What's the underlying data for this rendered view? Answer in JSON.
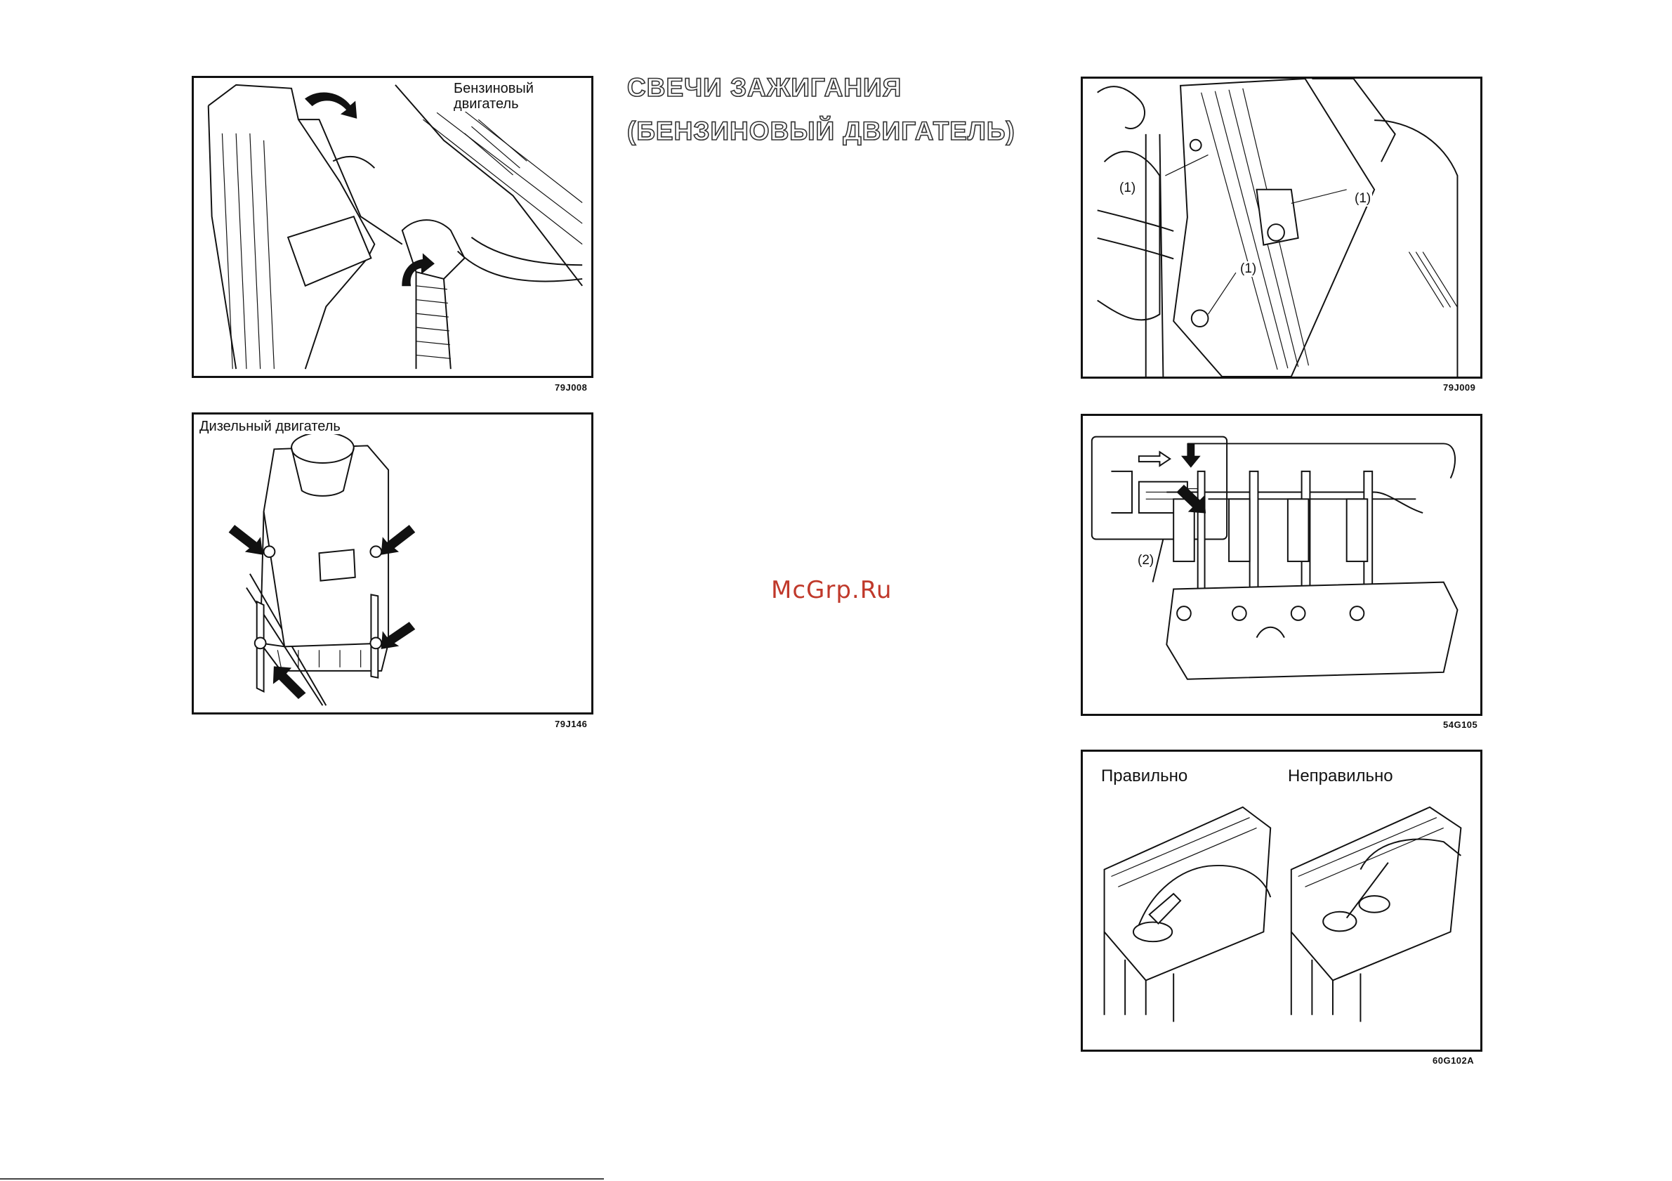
{
  "heading": {
    "line1": "СВЕЧИ ЗАЖИГАНИЯ",
    "line2": "(БЕНЗИНОВЫЙ ДВИГАТЕЛЬ)"
  },
  "watermark": "McGrp.Ru",
  "figures": [
    {
      "id": "fig1",
      "code": "79J008",
      "caption_line1": "Бензиновый",
      "caption_line2": "двигатель"
    },
    {
      "id": "fig2",
      "code": "79J146",
      "caption": "Дизельный двигатель"
    },
    {
      "id": "fig3",
      "code": "79J009",
      "callouts": [
        "(1)",
        "(1)",
        "(1)"
      ]
    },
    {
      "id": "fig4",
      "code": "54G105",
      "callouts": [
        "(2)"
      ]
    },
    {
      "id": "fig5",
      "code": "60G102A",
      "label_correct": "Правильно",
      "label_incorrect": "Неправильно"
    }
  ]
}
